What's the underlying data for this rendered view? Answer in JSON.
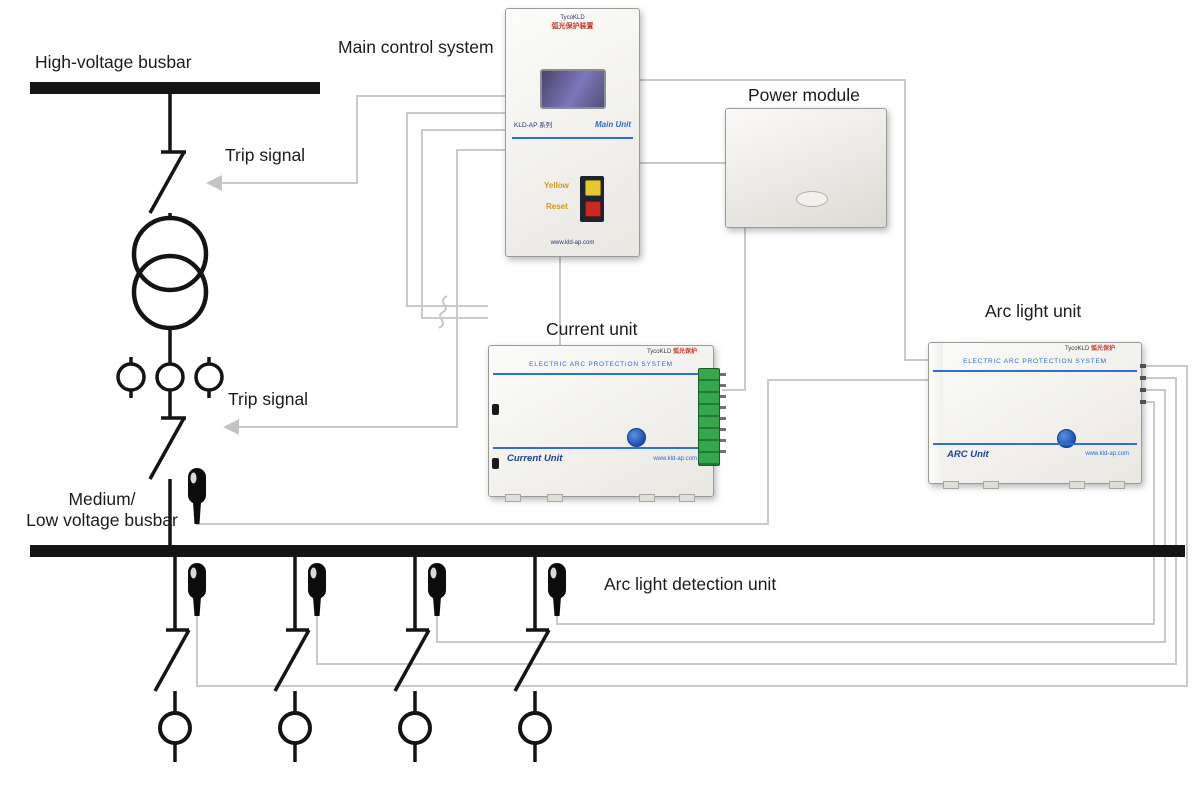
{
  "labels": {
    "high_voltage_busbar": "High-voltage busbar",
    "main_control_system": "Main control system",
    "power_module": "Power module",
    "trip_signal_1": "Trip signal",
    "trip_signal_2": "Trip signal",
    "current_unit": "Current unit",
    "arc_light_unit": "Arc light unit",
    "medium_low_voltage_busbar": "Medium/\nLow voltage busbar",
    "arc_light_detection_unit": "Arc light detection unit"
  },
  "devices": {
    "main_control": {
      "brand": "TycoKLD",
      "brand_cn": "弧光保护装置",
      "model": "KLD-AP 系列",
      "unit_label": "Main Unit",
      "button_yellow": "Yellow",
      "button_reset": "Reset",
      "website": "www.kld-ap.com"
    },
    "current_unit": {
      "brand": "TycoKLD",
      "brand_cn": "弧光保护",
      "heading": "ELECTRIC ARC PROTECTION SYSTEM",
      "name": "Current Unit",
      "website": "www.kld-ap.com"
    },
    "arc_unit": {
      "brand": "TycoKLD",
      "brand_cn": "弧光保护",
      "heading": "ELECTRIC ARC PROTECTION SYSTEM",
      "name": "ARC Unit",
      "website": "www.kld-ap.com"
    }
  },
  "colors": {
    "accent_blue": "#2f6fd0",
    "wire_gray": "#c9c9c9",
    "busbar_black": "#141414",
    "terminal_green": "#2f9e44",
    "button_yellow": "#e8c832",
    "button_red": "#c82820"
  }
}
